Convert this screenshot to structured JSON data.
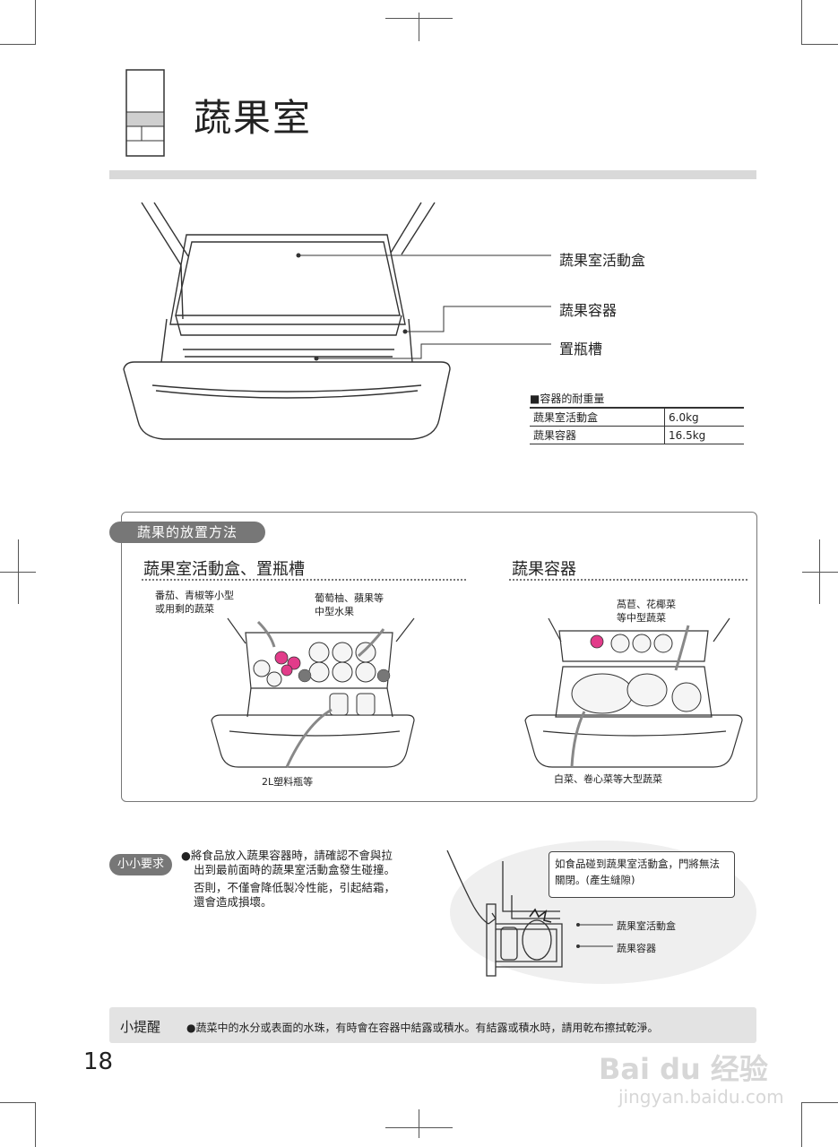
{
  "page_title": "蔬果室",
  "callouts": {
    "active_box": "蔬果室活動盒",
    "container": "蔬果容器",
    "bottle_slot": "置瓶槽"
  },
  "weight_table": {
    "title": "■容器的耐重量",
    "rows": [
      {
        "name": "蔬果室活動盒",
        "value": "6.0kg"
      },
      {
        "name": "蔬果容器",
        "value": "16.5kg"
      }
    ]
  },
  "placement": {
    "pill": "蔬果的放置方法",
    "left": {
      "heading": "蔬果室活動盒、置瓶槽",
      "note1_line1": "番茄、青椒等小型",
      "note1_line2": "或用剩的蔬菜",
      "note2_line1": "葡萄柚、蘋果等",
      "note2_line2": "中型水果",
      "bottom": "2L塑料瓶等"
    },
    "right": {
      "heading": "蔬果容器",
      "note1_line1": "萵苣、花椰菜",
      "note1_line2": "等中型蔬菜",
      "bottom": "白菜、卷心菜等大型蔬菜"
    }
  },
  "requirement": {
    "pill": "小小要求",
    "line1": "●將食品放入蔬果容器時，請確認不會與拉",
    "line2": "出到最前面時的蔬果室活動盒發生碰撞。",
    "line3": "否則，不僅會降低製冷性能，引起結霜，",
    "line4": "還會造成損壞。",
    "warn_line1": "如食品碰到蔬果室活動盒，門將無法",
    "warn_line2": "關閉。(產生縫隙)",
    "label_box": "蔬果室活動盒",
    "label_container": "蔬果容器"
  },
  "tip": {
    "label": "小提醒",
    "text": "●蔬菜中的水分或表面的水珠，有時會在容器中結露或積水。有結露或積水時，請用乾布擦拭乾淨。"
  },
  "page_number": "18",
  "watermark": {
    "brand": "Bai du 经验",
    "url": "jingyan.baidu.com"
  }
}
